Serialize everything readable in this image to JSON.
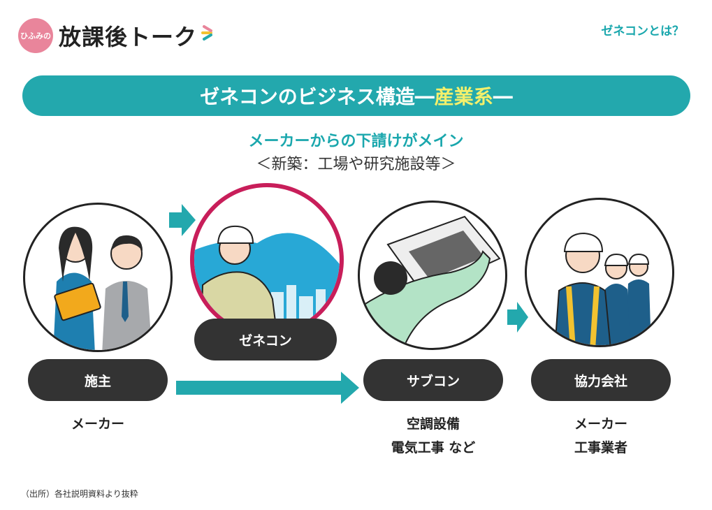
{
  "header": {
    "logo_badge": "ひふみの",
    "logo_title": "放課後トーク",
    "tag": "ゼネコンとは？"
  },
  "banner": {
    "title_main": "ゼネコンのビジネス構造",
    "dash_left": "―",
    "title_accent": "産業系",
    "dash_right": "―"
  },
  "subtitle": "メーカーからの下請けがメイン",
  "subnote": "＜新築：工場や研究施設等＞",
  "nodes": [
    {
      "label": "施主",
      "captions": [
        "メーカー"
      ]
    },
    {
      "label": "ゼネコン",
      "captions": []
    },
    {
      "label": "サブコン",
      "captions": [
        "空調設備",
        "電気工事 など"
      ]
    },
    {
      "label": "協力会社",
      "captions": [
        "メーカー",
        "工事業者"
      ]
    }
  ],
  "footnote": "（出所）各社説明資料より抜粋",
  "colors": {
    "teal": "#23a8ad",
    "accent": "#f4f06b",
    "pill": "#333333",
    "highlight_ring": "#c81e5a",
    "logo_pink": "#e9859b"
  }
}
